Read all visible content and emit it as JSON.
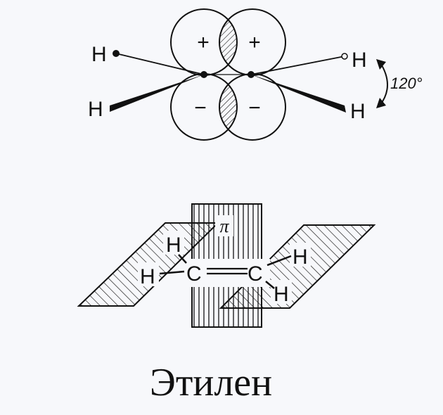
{
  "top_diagram": {
    "signs": {
      "upper_left": "+",
      "upper_right": "+",
      "lower_left": "−",
      "lower_right": "−"
    },
    "atoms": {
      "h_upper_left": "H",
      "h_lower_left": "H",
      "h_upper_right": "H",
      "h_lower_right": "H"
    },
    "angle_label": "120°"
  },
  "bottom_diagram": {
    "pi_label": "π",
    "atoms": {
      "h_left_upper": "H",
      "h_left_lower": "H",
      "c_left": "C",
      "c_right": "C",
      "h_right_upper": "H",
      "h_right_lower": "H"
    }
  },
  "caption": "Этилен",
  "colors": {
    "ink": "#111111",
    "paper": "#f7f8fb"
  }
}
